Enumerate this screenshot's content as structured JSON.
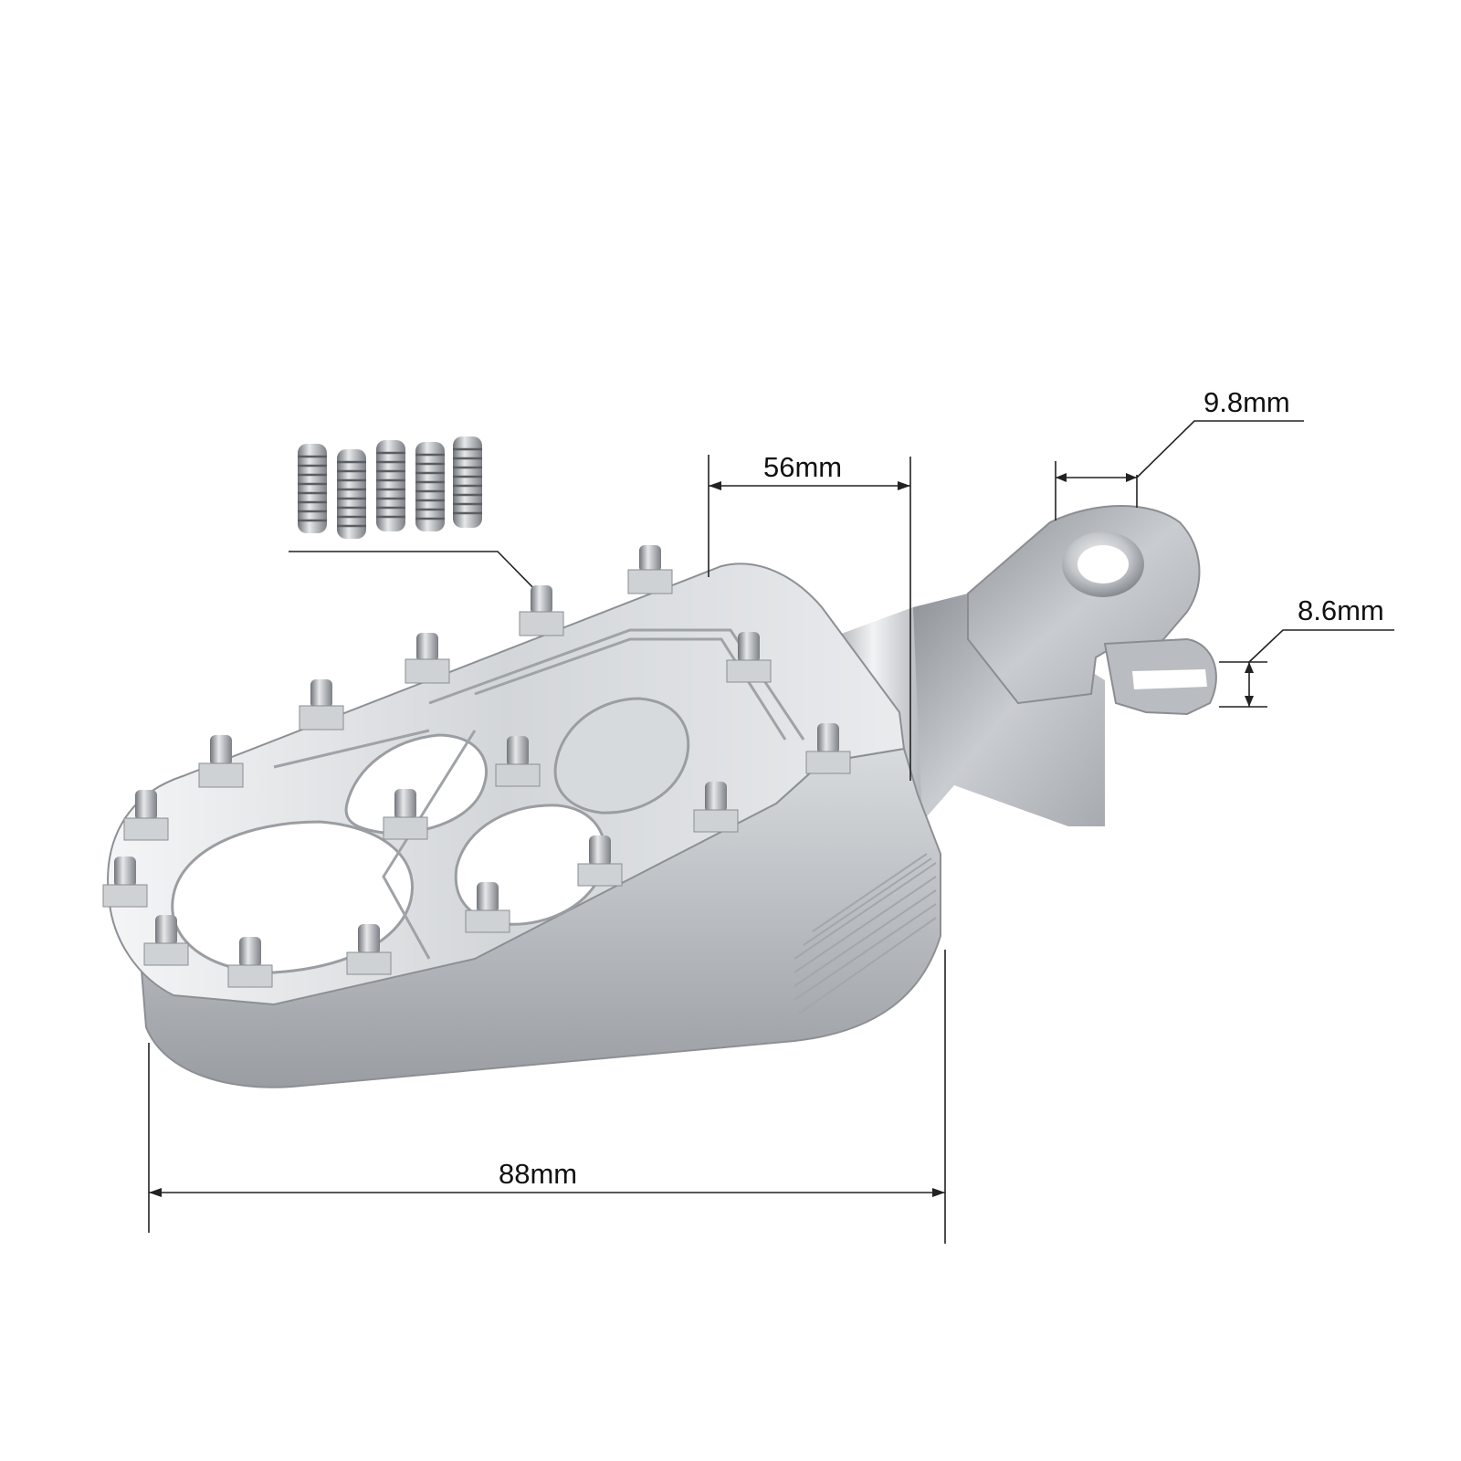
{
  "dimensions": {
    "opening_width": "9.8mm",
    "mount_width": "56mm",
    "slot_thickness": "8.6mm",
    "overall_length": "88mm"
  },
  "accessory": {
    "screw_count": 5
  },
  "colors": {
    "background": "#ffffff",
    "metal_light": "#e4e6e8",
    "metal_mid": "#b4b8bc",
    "metal_dark": "#7c8085",
    "dimension_line": "#222222"
  }
}
